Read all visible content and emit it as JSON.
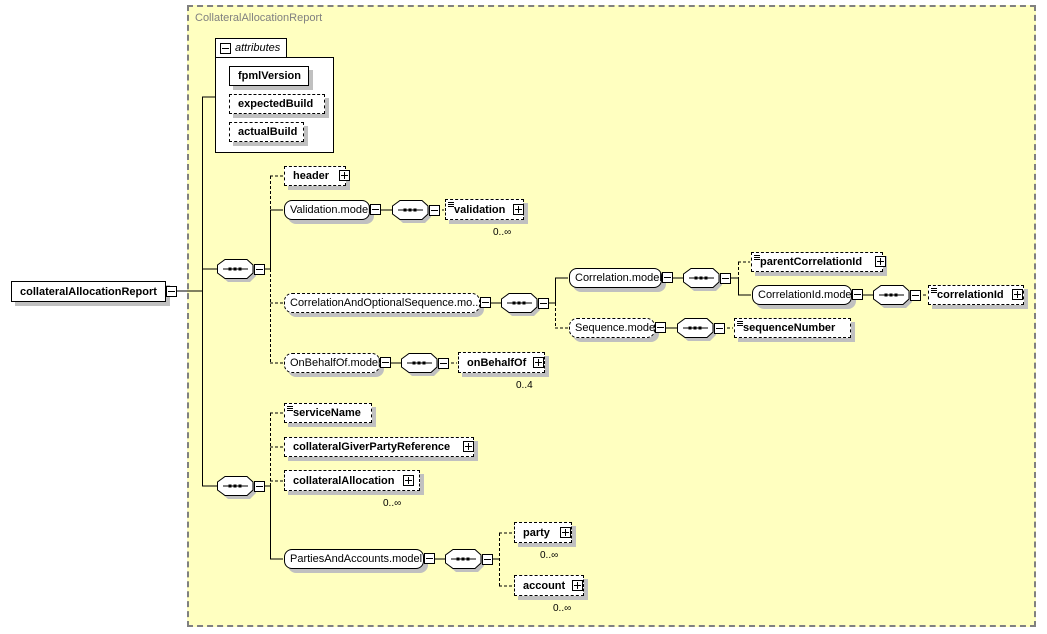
{
  "diagram": {
    "type_name": "CollateralAllocationReport",
    "root": {
      "label": "collateralAllocationReport"
    },
    "attributes": {
      "title": "attributes",
      "items": [
        {
          "label": "fpmlVersion",
          "required": true
        },
        {
          "label": "expectedBuild",
          "required": false
        },
        {
          "label": "actualBuild",
          "required": false
        }
      ]
    },
    "seq1": {
      "header": {
        "label": "header"
      },
      "validation_model": {
        "label": "Validation.model"
      },
      "validation": {
        "label": "validation",
        "cardinality": "0..∞"
      },
      "corr_seq_model": {
        "label": "CorrelationAndOptionalSequence.mo..."
      },
      "correlation_model": {
        "label": "Correlation.model"
      },
      "parent_correlation_id": {
        "label": "parentCorrelationId"
      },
      "correlation_id_model": {
        "label": "CorrelationId.model"
      },
      "correlation_id": {
        "label": "correlationId"
      },
      "sequence_model": {
        "label": "Sequence.model"
      },
      "sequence_number": {
        "label": "sequenceNumber"
      },
      "on_behalf_of_model": {
        "label": "OnBehalfOf.model"
      },
      "on_behalf_of": {
        "label": "onBehalfOf",
        "cardinality": "0..4"
      }
    },
    "seq2": {
      "service_name": {
        "label": "serviceName"
      },
      "collateral_giver_party_reference": {
        "label": "collateralGiverPartyReference"
      },
      "collateral_allocation": {
        "label": "collateralAllocation",
        "cardinality": "0..∞"
      },
      "parties_and_accounts_model": {
        "label": "PartiesAndAccounts.model"
      },
      "party": {
        "label": "party",
        "cardinality": "0..∞"
      },
      "account": {
        "label": "account",
        "cardinality": "0..∞"
      }
    }
  }
}
